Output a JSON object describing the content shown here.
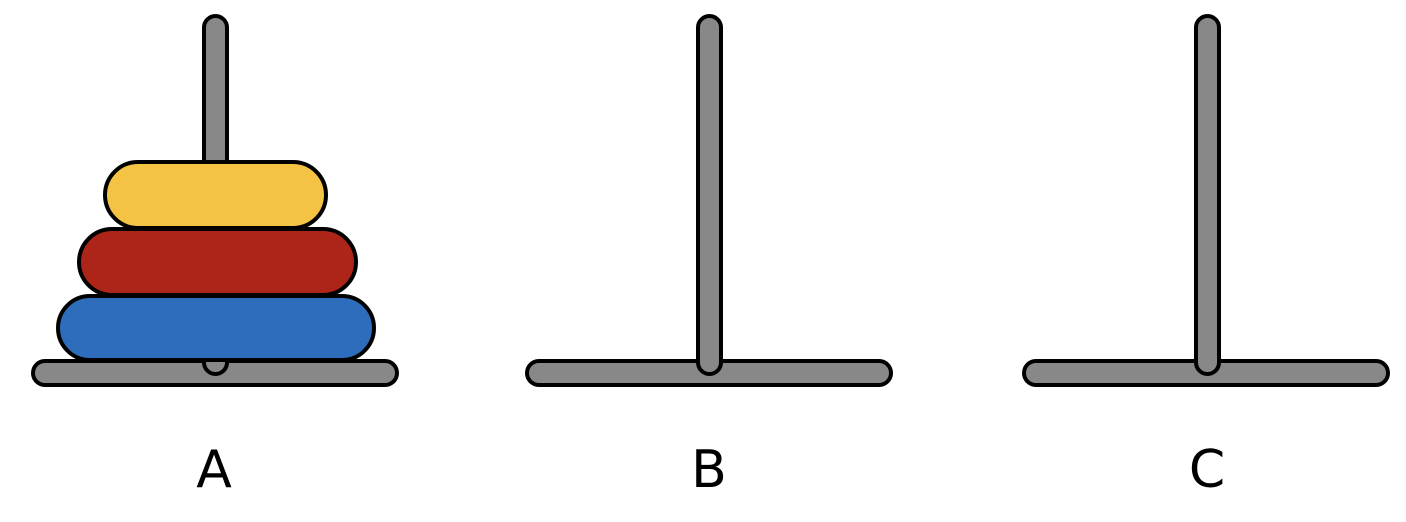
{
  "colors": {
    "peg_fill": "#888888",
    "outline": "#000000",
    "background": "#ffffff"
  },
  "pegs": [
    {
      "label": "A",
      "disks": [
        {
          "size_rank": 3,
          "color": "#2e6dbb"
        },
        {
          "size_rank": 2,
          "color": "#ad2418"
        },
        {
          "size_rank": 1,
          "color": "#f5c344"
        }
      ]
    },
    {
      "label": "B",
      "disks": []
    },
    {
      "label": "C",
      "disks": []
    }
  ]
}
